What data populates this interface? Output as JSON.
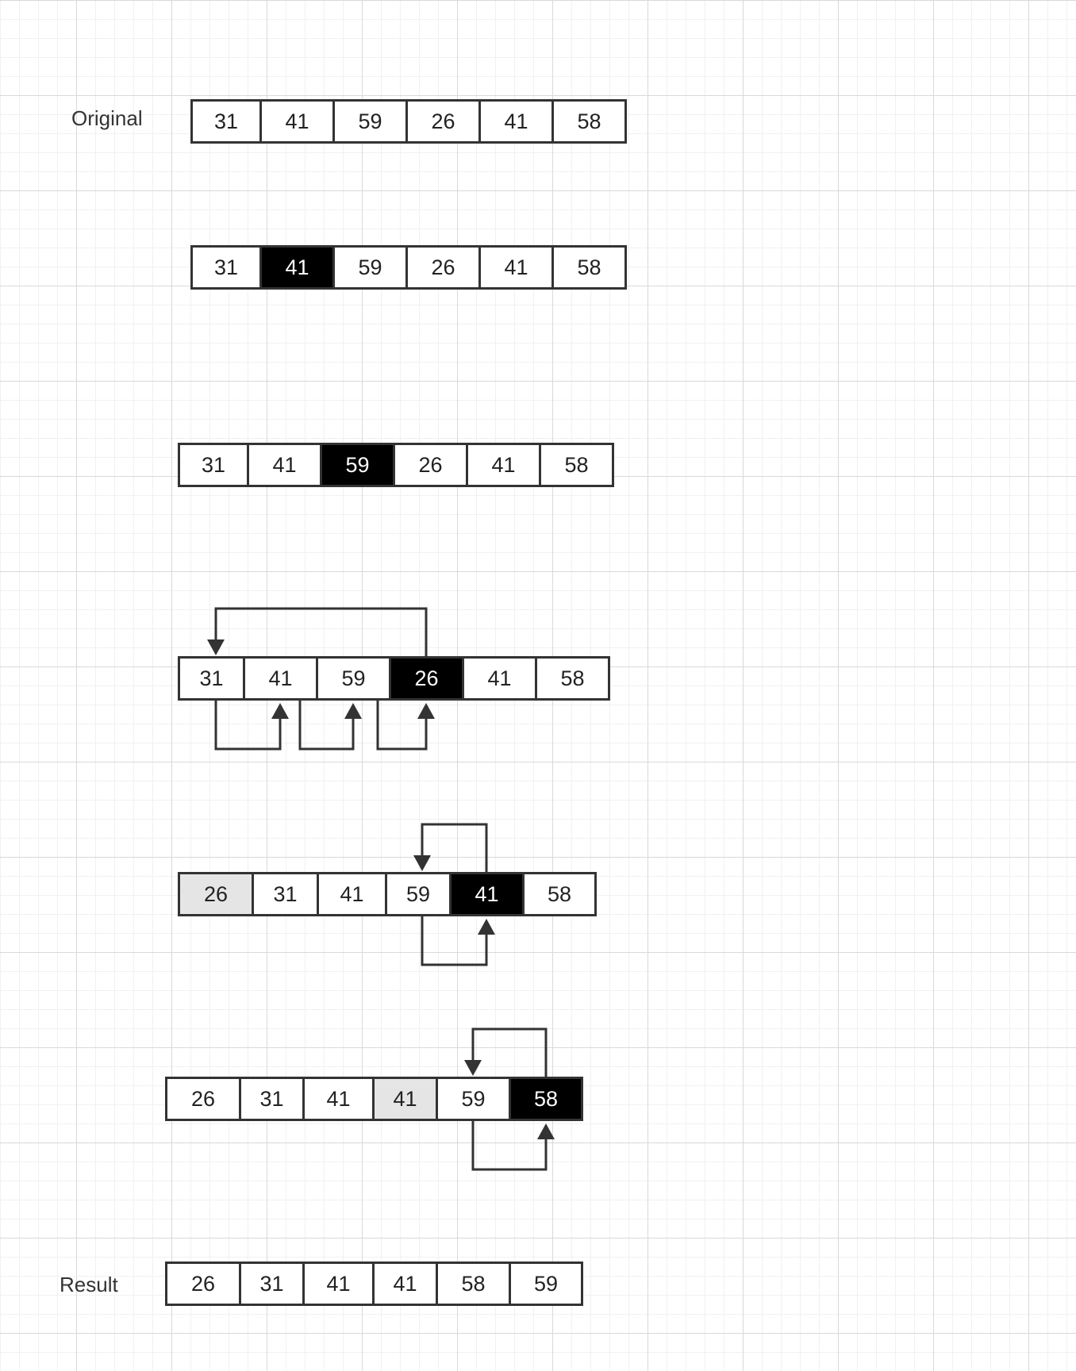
{
  "labels": {
    "original": "Original",
    "result": "Result"
  },
  "rows": [
    {
      "cells": [
        {
          "value": "31",
          "state": "normal"
        },
        {
          "value": "41",
          "state": "normal"
        },
        {
          "value": "59",
          "state": "normal"
        },
        {
          "value": "26",
          "state": "normal"
        },
        {
          "value": "41",
          "state": "normal"
        },
        {
          "value": "58",
          "state": "normal"
        }
      ]
    },
    {
      "cells": [
        {
          "value": "31",
          "state": "normal"
        },
        {
          "value": "41",
          "state": "key"
        },
        {
          "value": "59",
          "state": "normal"
        },
        {
          "value": "26",
          "state": "normal"
        },
        {
          "value": "41",
          "state": "normal"
        },
        {
          "value": "58",
          "state": "normal"
        }
      ]
    },
    {
      "cells": [
        {
          "value": "31",
          "state": "normal"
        },
        {
          "value": "41",
          "state": "normal"
        },
        {
          "value": "59",
          "state": "key"
        },
        {
          "value": "26",
          "state": "normal"
        },
        {
          "value": "41",
          "state": "normal"
        },
        {
          "value": "58",
          "state": "normal"
        }
      ]
    },
    {
      "cells": [
        {
          "value": "31",
          "state": "normal"
        },
        {
          "value": "41",
          "state": "normal"
        },
        {
          "value": "59",
          "state": "normal"
        },
        {
          "value": "26",
          "state": "key"
        },
        {
          "value": "41",
          "state": "normal"
        },
        {
          "value": "58",
          "state": "normal"
        }
      ]
    },
    {
      "cells": [
        {
          "value": "26",
          "state": "placed"
        },
        {
          "value": "31",
          "state": "normal"
        },
        {
          "value": "41",
          "state": "normal"
        },
        {
          "value": "59",
          "state": "normal"
        },
        {
          "value": "41",
          "state": "key"
        },
        {
          "value": "58",
          "state": "normal"
        }
      ]
    },
    {
      "cells": [
        {
          "value": "26",
          "state": "normal"
        },
        {
          "value": "31",
          "state": "normal"
        },
        {
          "value": "41",
          "state": "normal"
        },
        {
          "value": "41",
          "state": "placed"
        },
        {
          "value": "59",
          "state": "normal"
        },
        {
          "value": "58",
          "state": "key"
        }
      ]
    },
    {
      "cells": [
        {
          "value": "26",
          "state": "normal"
        },
        {
          "value": "31",
          "state": "normal"
        },
        {
          "value": "41",
          "state": "normal"
        },
        {
          "value": "41",
          "state": "normal"
        },
        {
          "value": "58",
          "state": "normal"
        },
        {
          "value": "59",
          "state": "normal"
        }
      ]
    }
  ],
  "colors": {
    "key_fill": "#000000",
    "key_text": "#ffffff",
    "placed_fill": "#e5e5e5",
    "stroke": "#333333"
  }
}
